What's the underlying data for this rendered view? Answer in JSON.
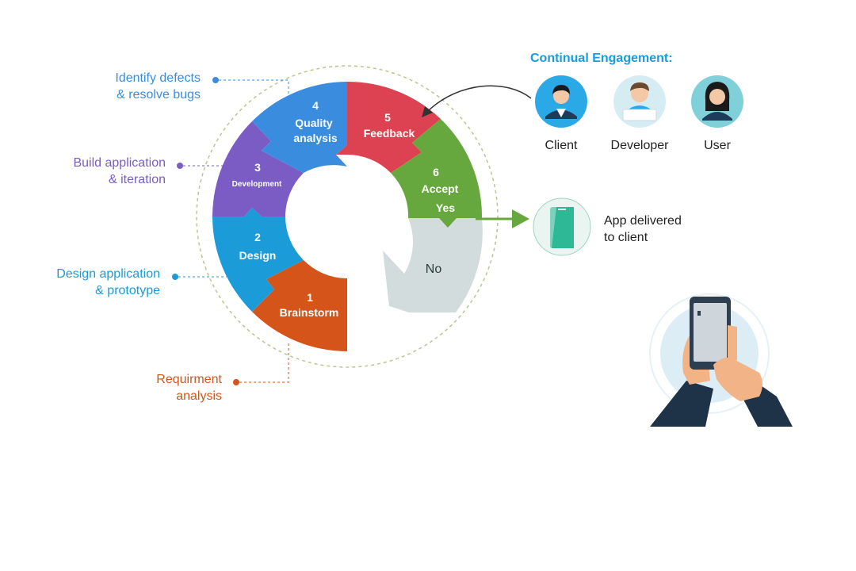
{
  "stages": [
    {
      "num": "1",
      "label": "Brainstorm",
      "color": "#d5541a"
    },
    {
      "num": "2",
      "label": "Design",
      "color": "#1b9bd8"
    },
    {
      "num": "3",
      "label": "Development",
      "color": "#7a5cc4"
    },
    {
      "num": "4",
      "label": "Quality",
      "label2": "analysis",
      "color": "#3a8cde"
    },
    {
      "num": "5",
      "label": "Feedback",
      "color": "#dc4252"
    },
    {
      "num": "6",
      "label": "Accept",
      "color": "#66a83e"
    }
  ],
  "yes_label": "Yes",
  "no_label": "No",
  "annotations": {
    "defects": {
      "line1": "Identify defects",
      "line2": "& resolve bugs",
      "color": "#3a8cde"
    },
    "build": {
      "line1": "Build application",
      "line2": "& iteration",
      "color": "#7a5cc4"
    },
    "design": {
      "line1": "Design application",
      "line2": "& prototype",
      "color": "#1b9bd8"
    },
    "requirement": {
      "line1": "Requirment",
      "line2": "analysis",
      "color": "#d5541a"
    }
  },
  "engagement": {
    "title": "Continual Engagement:",
    "title_color": "#1b9bd8",
    "people": [
      {
        "name": "Client",
        "icon": "client-avatar-icon"
      },
      {
        "name": "Developer",
        "icon": "developer-avatar-icon"
      },
      {
        "name": "User",
        "icon": "user-avatar-icon"
      }
    ]
  },
  "delivered": {
    "line1": "App delivered",
    "line2": "to client"
  }
}
